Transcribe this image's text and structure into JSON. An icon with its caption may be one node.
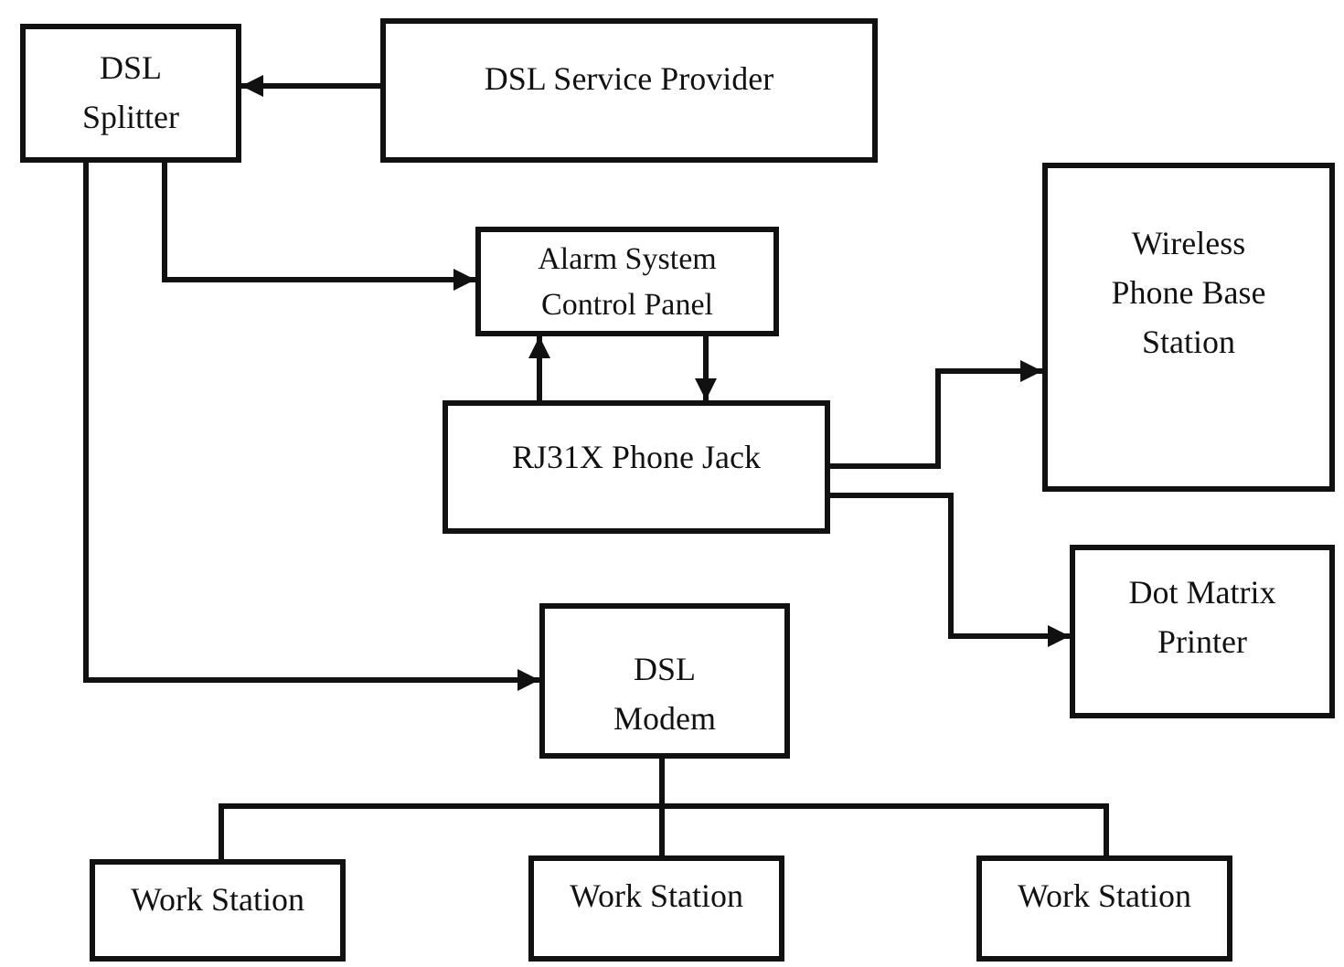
{
  "diagram": {
    "nodes": [
      {
        "text": [
          "DSL Splitter"
        ]
      },
      {
        "text": [
          "DSL Service Provider"
        ]
      },
      {
        "text": [
          "Alarm System Control Panel"
        ]
      },
      {
        "text": [
          "RJ31X Phone Jack"
        ]
      },
      {
        "text": [
          "Wireless Phone Base Station"
        ]
      },
      {
        "text": [
          "Dot Matrix Printer"
        ]
      },
      {
        "text": [
          "DSL Modem"
        ]
      },
      {
        "text": [
          "Work Station"
        ]
      },
      {
        "text": [
          "Work Station"
        ]
      },
      {
        "text": [
          "Work Station"
        ]
      }
    ],
    "edges": [
      {
        "from": 1,
        "to": 0,
        "arrow": "to"
      },
      {
        "from": 0,
        "to": 2,
        "arrow": "to"
      },
      {
        "from": 3,
        "to": 2,
        "arrow": "to"
      },
      {
        "from": 2,
        "to": 3,
        "arrow": "to"
      },
      {
        "from": 3,
        "to": 4,
        "arrow": "to"
      },
      {
        "from": 3,
        "to": 5,
        "arrow": "to"
      },
      {
        "from": 0,
        "to": 6,
        "arrow": "to"
      },
      {
        "from": 6,
        "to": 7,
        "arrow": "none"
      },
      {
        "from": 6,
        "to": 8,
        "arrow": "none"
      },
      {
        "from": 6,
        "to": 9,
        "arrow": "none"
      }
    ]
  }
}
